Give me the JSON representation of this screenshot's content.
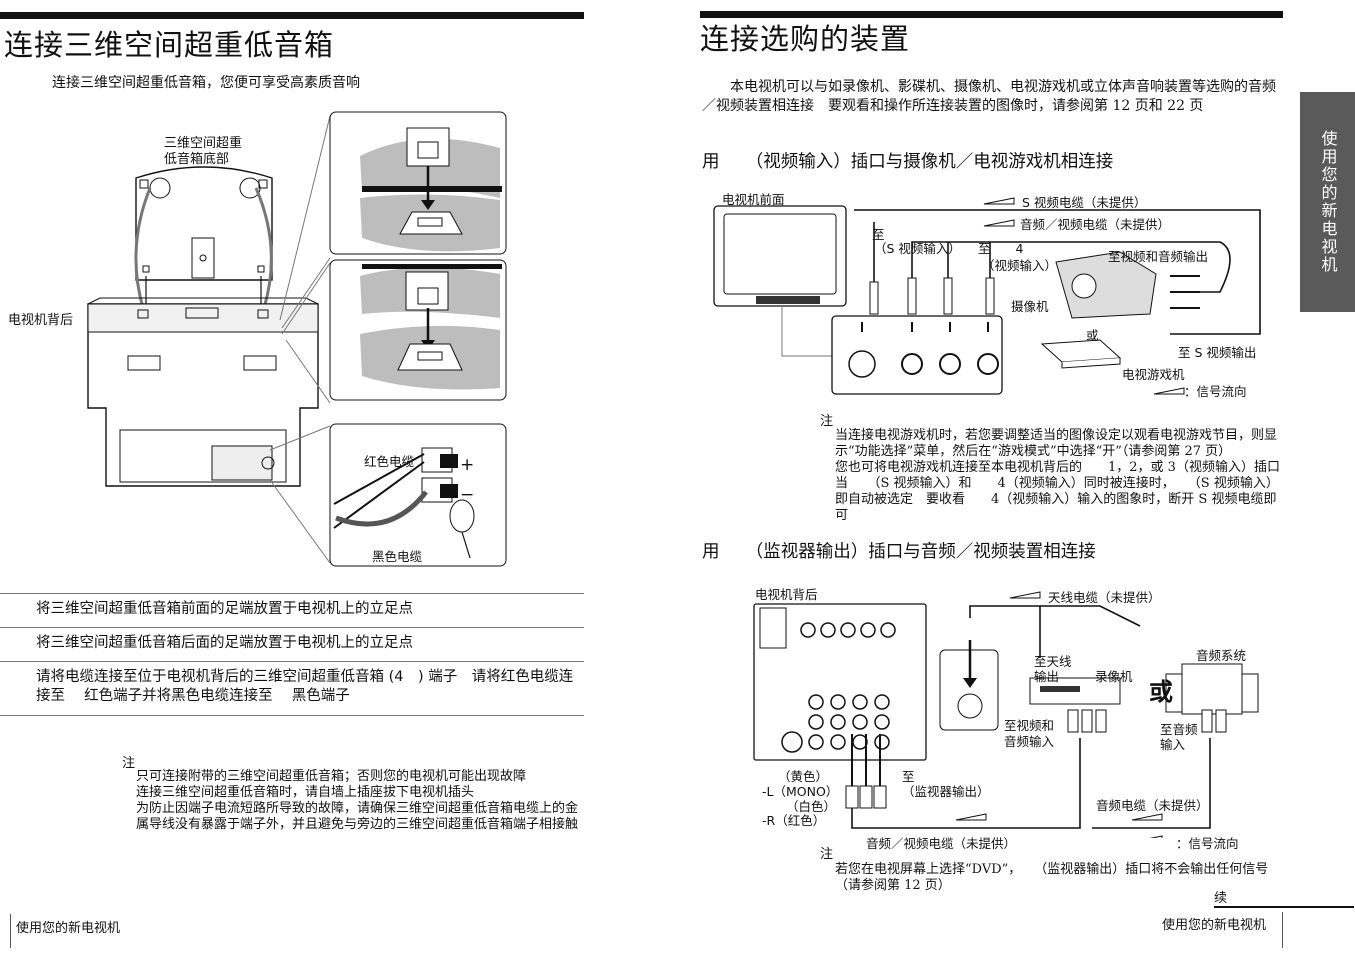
{
  "left": {
    "title": "连接三维空间超重低音箱",
    "intro": "连接三维空间超重低音箱，您便可享受高素质音响",
    "figure": {
      "subwoofer_bottom_label": [
        "三维空间超重",
        "低音箱底部"
      ],
      "tv_rear_label": "电视机背后",
      "red_cable_label": "红色电缆",
      "black_cable_label": "黑色电缆",
      "plus": "+",
      "minus": "−"
    },
    "steps": [
      "将三维空间超重低音箱前面的足端放置于电视机上的立足点",
      "将三维空间超重低音箱后面的足端放置于电视机上的立足点",
      "请将电缆连接至位于电视机背后的三维空间超重低音箱 (4　) 端子　请将红色电缆连接至　 红色端子并将黑色电缆连接至　 黑色端子"
    ],
    "notes_title": "注",
    "notes": [
      "只可连接附带的三维空间超重低音箱；否则您的电视机可能出现故障",
      "连接三维空间超重低音箱时，请自墙上插座拔下电视机插头",
      "为防止因端子电流短路所导致的故障，请确保三维空间超重低音箱电缆上的金属导线没有暴露于端子外，并且避免与旁边的三维空间超重低音箱端子相接触"
    ],
    "footer": "使用您的新电视机"
  },
  "right": {
    "title": "连接选购的装置",
    "intro": "本电视机可以与如录像机、影碟机、摄像机、电视游戏机或立体声音响装置等选购的音频／视频装置相连接　要观看和操作所连接装置的图像时，请参阅第 12 页和 22 页",
    "section1": {
      "heading": "用　　（视频输入）插口与摄像机／电视游戏机相连接",
      "labels": {
        "tv_front": "电视机前面",
        "s_video_cable": "S 视频电缆（未提供）",
        "av_cable": "音频／视频电缆（未提供）",
        "to": "至",
        "s_video_input": "（S 视频输入）",
        "to4": "至　　4",
        "video_input": "（视频输入）",
        "to_av_out": "至视频和音频输出",
        "camcorder": "摄像机",
        "or": "或",
        "to_s_video_out": "至 S 视频输出",
        "game": "电视游戏机",
        "signal_flow": "：信号流向"
      },
      "notes_title": "注",
      "notes": [
        "当连接电视游戏机时，若您要调整适当的图像设定以观看电视游戏节目，则显示“功能选择”菜单，然后在“游戏模式”中选择“开”（请参阅第 27 页）",
        "您也可将电视游戏机连接至本电视机背后的　　1，2，或 3（视频输入）插口",
        "当　　（S 视频输入）和　　4（视频输入）同时被连接时，　　（S 视频输入）即自动被选定　要收看　　4（视频输入）输入的图象时，断开 S 视频电缆即可"
      ]
    },
    "section2": {
      "heading": "用　　（监视器输出）插口与音频／视频装置相连接",
      "labels": {
        "tv_rear": "电视机背后",
        "antenna_cable": "天线电缆（未提供）",
        "to_antenna_out": [
          "至天线",
          "输出"
        ],
        "vcr": "录像机",
        "or": "或",
        "audio_system": "音频系统",
        "to_av_in": [
          "至视频和",
          "音频输入"
        ],
        "to_audio_in": [
          "至音频",
          "输入"
        ],
        "yellow": "（黄色）",
        "l_mono": "-L（MONO）",
        "white": "（白色）",
        "r_red": "-R（红色）",
        "to_monitor_out": [
          "至",
          "（监视器输出）"
        ],
        "audio_cable": "音频电缆（未提供）",
        "av_cable": "音频／视频电缆（未提供）",
        "signal_flow": "：信号流向"
      },
      "notes_title": "注",
      "notes": [
        "若您在电视屏幕上选择“DVD”，　　（监视器输出）插口将不会输出任何信号（请参阅第 12 页）"
      ]
    },
    "continued": "续",
    "footer": "使用您的新电视机",
    "side_tab": "使用您的新电视机"
  }
}
